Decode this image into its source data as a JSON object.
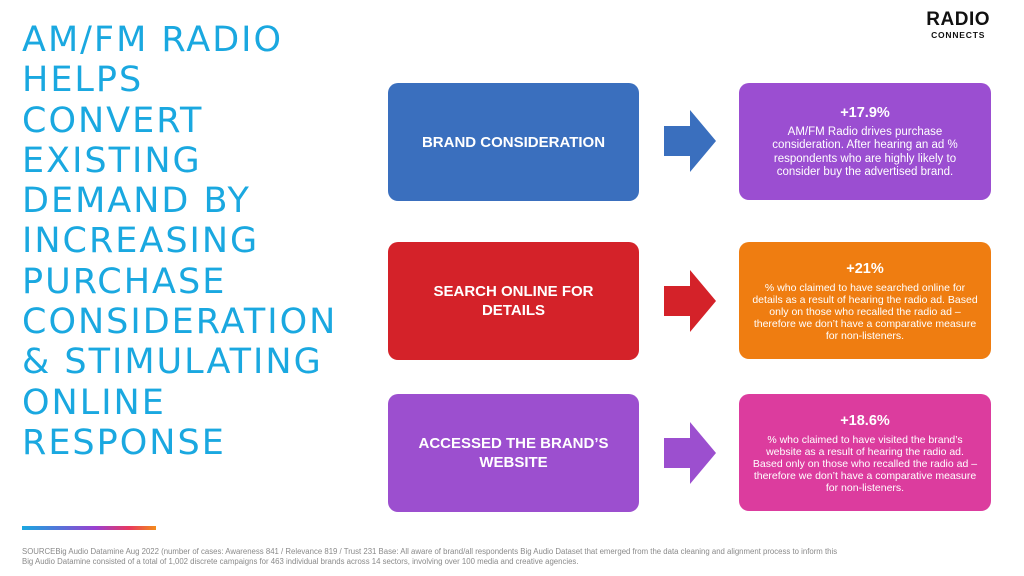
{
  "headline": {
    "lines": [
      "AM/FM RADIO",
      "HELPS",
      "CONVERT",
      "EXISTING",
      "DEMAND BY",
      "INCREASING",
      "PURCHASE",
      "CONSIDERATION",
      "& STIMULATING",
      "ONLINE",
      "RESPONSE"
    ]
  },
  "logo": {
    "line1_a": "RAD",
    "line1_b": "IO",
    "line2": "CONNECTS"
  },
  "rows": [
    {
      "label": "BRAND CONSIDERATION",
      "stat": "+17.9%",
      "description": "AM/FM Radio drives  purchase consideration. After hearing an ad % respondents who are highly likely to consider buy the advertised brand."
    },
    {
      "label": "SEARCH ONLINE FOR DETAILS",
      "stat": "+21%",
      "description": "% who claimed to have searched online for details as a result of hearing the radio ad. Based only on those who recalled the radio ad – therefore we don’t have a comparative measure for non-listeners."
    },
    {
      "label": "ACCESSED THE BRAND’S WEBSITE",
      "stat": "+18.6%",
      "description": "% who claimed to have visited the brand’s website as a result of hearing the radio ad. Based only on those who recalled the radio ad – therefore we don’t have a comparative measure for non-listeners."
    }
  ],
  "colors": {
    "headline": "#1aa8e0",
    "row1_left": "#3a6fbe",
    "row1_right": "#9b4ed1",
    "row2_left": "#d42229",
    "row2_right": "#ef7d11",
    "row3_left": "#9c4fcf",
    "row3_right": "#dc3c9e",
    "arrow1": "#3a6fbe",
    "arrow2": "#d42229",
    "arrow3": "#9c4fcf"
  },
  "source": {
    "line1": "SOURCEBig Audio Datamine Aug 2022  (number of cases: Awareness 841 / Relevance 819 / Trust 231 Base: All aware of brand/all respondents Big Audio Dataset that emerged from the data cleaning and alignment process to inform this",
    "line2": "Big Audio Datamine consisted of a total of 1,002 discrete campaigns for 463 individual brands across 14 sectors, involving over 100 media and creative agencies."
  }
}
